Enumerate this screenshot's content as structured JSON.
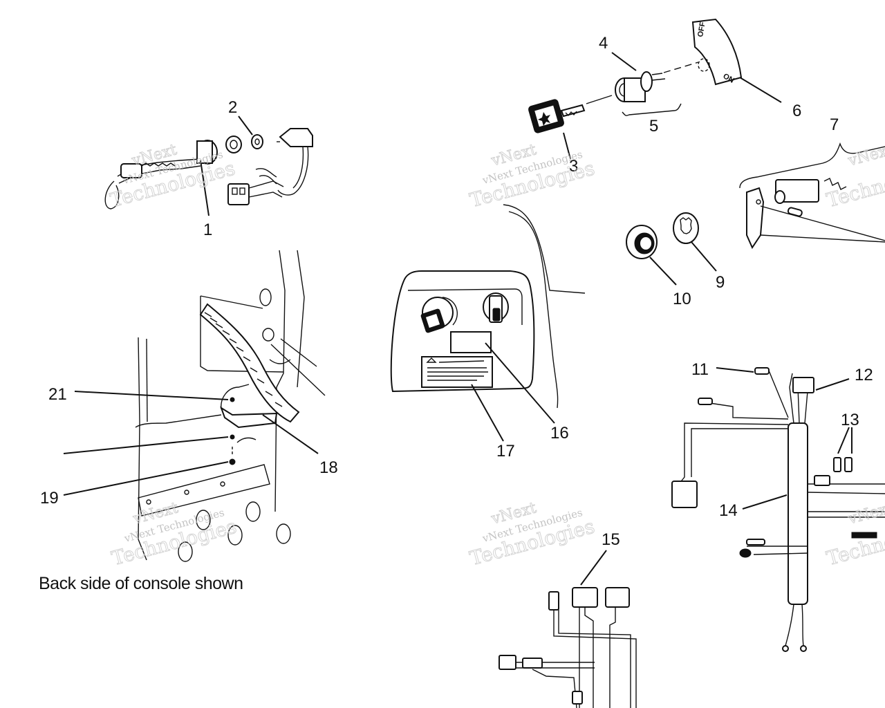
{
  "callouts": [
    "1",
    "2",
    "3",
    "4",
    "5",
    "6",
    "7",
    "9",
    "10",
    "11",
    "12",
    "13",
    "14",
    "15",
    "16",
    "17",
    "18",
    "19",
    "21"
  ],
  "caption": "Back side of console shown",
  "switch_labels": {
    "off": "OFF",
    "on": "ON"
  },
  "watermark": {
    "brand": "vNext",
    "line1": "vNext Technologies",
    "line2": "Technologies"
  }
}
